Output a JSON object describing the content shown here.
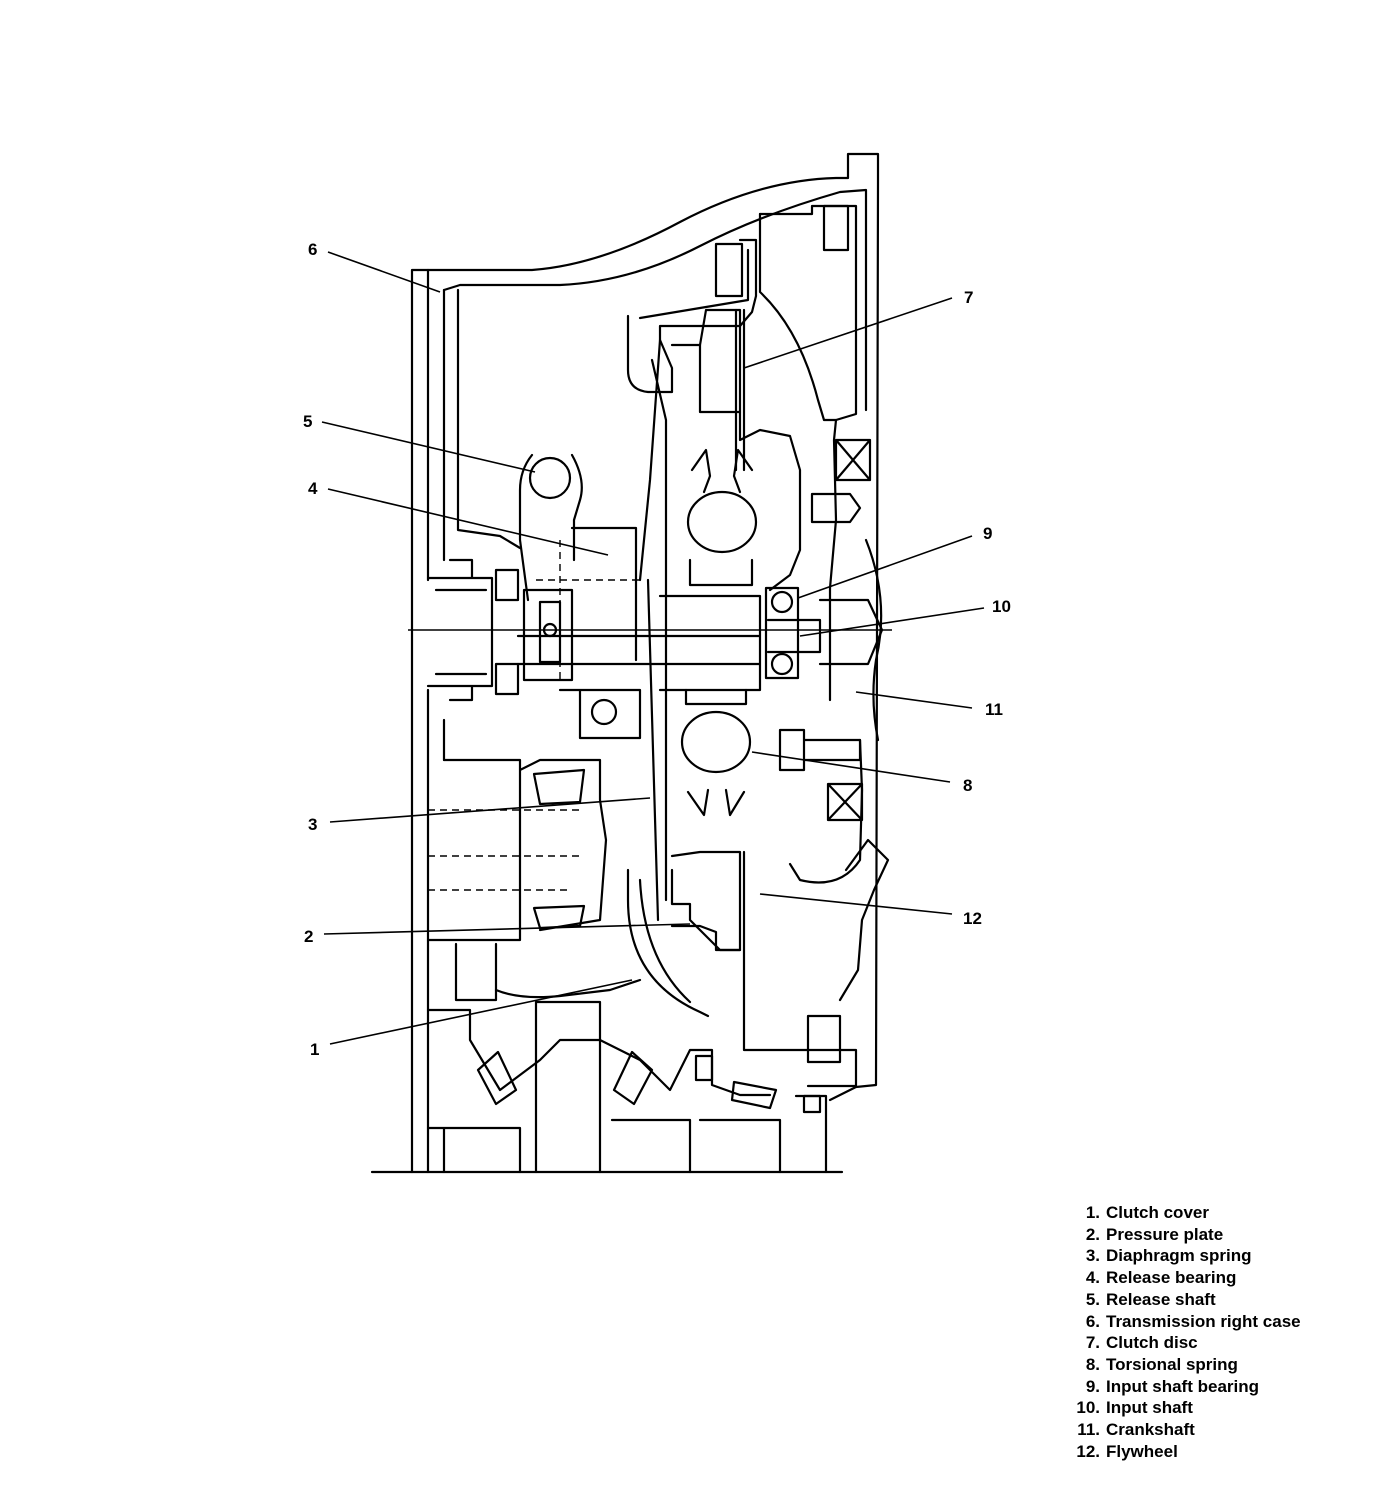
{
  "callouts": [
    "1",
    "2",
    "3",
    "4",
    "5",
    "6",
    "7",
    "8",
    "9",
    "10",
    "11",
    "12"
  ],
  "legend": [
    {
      "num": "1.",
      "text": "Clutch cover"
    },
    {
      "num": "2.",
      "text": "Pressure plate"
    },
    {
      "num": "3.",
      "text": "Diaphragm spring"
    },
    {
      "num": "4.",
      "text": "Release bearing"
    },
    {
      "num": "5.",
      "text": "Release shaft"
    },
    {
      "num": "6.",
      "text": "Transmission right case"
    },
    {
      "num": "7.",
      "text": "Clutch disc"
    },
    {
      "num": "8.",
      "text": "Torsional spring"
    },
    {
      "num": "9.",
      "text": "Input shaft bearing"
    },
    {
      "num": "10.",
      "text": "Input shaft"
    },
    {
      "num": "11.",
      "text": "Crankshaft"
    },
    {
      "num": "12.",
      "text": "Flywheel"
    }
  ]
}
